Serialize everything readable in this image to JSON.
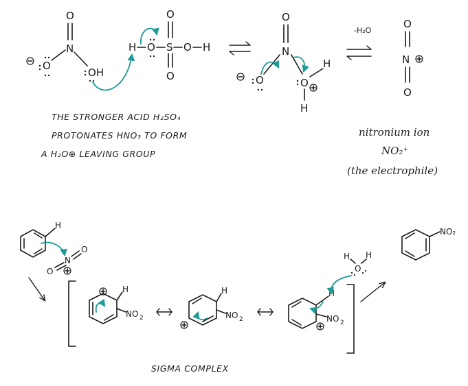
{
  "step1": {
    "caption_line1": "THE STRONGER ACID H₂SO₄",
    "caption_line2": "PROTONATES HNO₃ TO FORM",
    "caption_line3": "A H₂O⊕ LEAVING GROUP"
  },
  "nitronium": {
    "loss_label": "-H₂O",
    "name": "nitronium ion",
    "formula": "NO₂⁺",
    "role": "(the electrophile)"
  },
  "sigma": {
    "label": "SIGMA COMPLEX"
  },
  "product": {
    "substituent": "NO₂"
  },
  "colors": {
    "ink": "#1a1a1a",
    "arrow_teal": "#1a9c95",
    "background": "#ffffff"
  }
}
